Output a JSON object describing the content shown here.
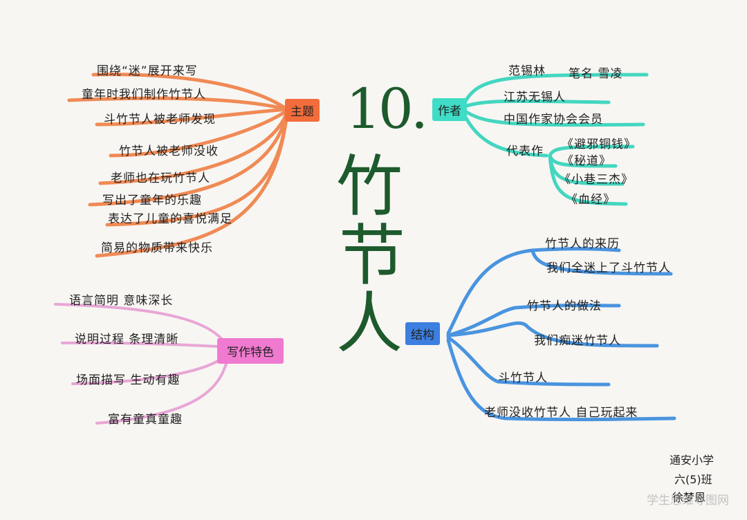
{
  "title": {
    "number": "10.",
    "chars": [
      "竹",
      "节",
      "人"
    ]
  },
  "branches": {
    "theme": {
      "label": "主题",
      "items": [
        "围绕“迷”展开来写",
        "童年时我们制作竹节人",
        "斗竹节人被老师发现",
        "竹节人被老师没收",
        "老师也在玩竹节人",
        "写出了童年的乐趣",
        "表达了儿童的喜悦满足",
        "简易的物质带来快乐"
      ]
    },
    "author": {
      "label": "作者",
      "name": "范锡林",
      "pen_name": "笔名 雪凌",
      "origin": "江苏无锡人",
      "association": "中国作家协会会员",
      "works_label": "代表作",
      "works": [
        "《避邪铜钱》",
        "《秘道》",
        "《小巷三杰》",
        "《血经》"
      ]
    },
    "structure": {
      "label": "结构",
      "groups": [
        {
          "label": "竹节人的来历",
          "sub": "我们全迷上了斗竹节人"
        },
        {
          "label": "竹节人的做法",
          "sub": "我们痴迷竹节人"
        }
      ],
      "items": [
        "斗竹节人",
        "老师没收竹节人 自己玩起来"
      ]
    },
    "writing": {
      "label": "写作特色",
      "items": [
        "语言简明 意味深长",
        "说明过程 条理清晰",
        "场面描写 生动有趣",
        "富有童真童趣"
      ]
    }
  },
  "signature": {
    "school": "通安小学",
    "class": "六(5)班",
    "name": "徐梦恩"
  },
  "watermark": "学生思维导图网",
  "colors": {
    "theme": "#f08a55",
    "theme_node": "#f36d3c",
    "author": "#44d6c0",
    "author_node": "#3fdcc6",
    "structure": "#4a94df",
    "structure_node": "#3d7fe0",
    "writing": "#e8a6d6",
    "writing_node": "#f07ad0",
    "title": "#1d5a2c"
  }
}
